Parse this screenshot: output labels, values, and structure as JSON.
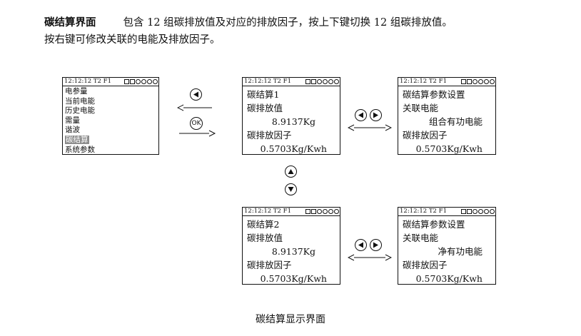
{
  "intro": {
    "title": "碳结算界面",
    "line1": "包含 12 组碳排放值及对应的排放因子，按上下键切换 12 组碳排放值。",
    "line2": "按右键可修改关联的电能及排放因子。"
  },
  "status_bar": {
    "time": "12:12:12",
    "t": "T2",
    "f": "F1"
  },
  "menu_screen": {
    "items": [
      "电参量",
      "当前电能",
      "历史电能",
      "需量",
      "谐波",
      "碳结算",
      "系统参数"
    ],
    "selected_index": 5
  },
  "carbon1": {
    "title": "碳结算1",
    "emission_label": "碳排放值",
    "emission_value": "8.9137Kg",
    "factor_label": "碳排放因子",
    "factor_value": "0.5703Kg/Kwh"
  },
  "carbon2": {
    "title": "碳结算2",
    "emission_label": "碳排放值",
    "emission_value": "8.9137Kg",
    "factor_label": "碳排放因子",
    "factor_value": "0.5703Kg/Kwh"
  },
  "settings1": {
    "title": "碳结算参数设置",
    "energy_label": "关联电能",
    "energy_value": "组合有功电能",
    "factor_label": "碳排放因子",
    "factor_value": "0.5703Kg/Kwh"
  },
  "settings2": {
    "title": "碳结算参数设置",
    "energy_label": "关联电能",
    "energy_value": "净有功电能",
    "factor_label": "碳排放因子",
    "factor_value": "0.5703Kg/Kwh"
  },
  "buttons": {
    "ok_label": "OK"
  },
  "caption": "碳结算显示界面"
}
